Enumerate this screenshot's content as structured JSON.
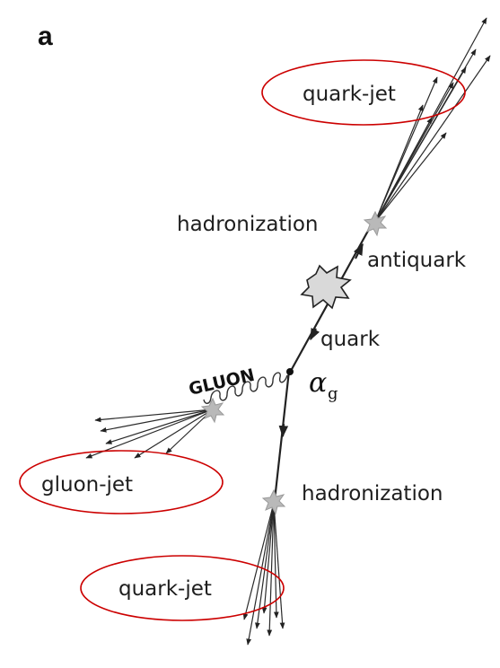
{
  "panel_letter": "a",
  "labels": {
    "quark_jet_top": "quark-jet",
    "hadronization_top": "hadronization",
    "antiquark": "antiquark",
    "quark": "quark",
    "gluon": "GLUON",
    "alpha": "α",
    "alpha_sub": "g",
    "gluon_jet": "gluon-jet",
    "hadronization_bottom": "hadronization",
    "quark_jet_bottom": "quark-jet"
  },
  "colors": {
    "highlight_ellipse": "#cc0000",
    "hadronization_star": "#b9b9b9",
    "collision_blob": "#d9d9d9",
    "lines": "#222222"
  }
}
